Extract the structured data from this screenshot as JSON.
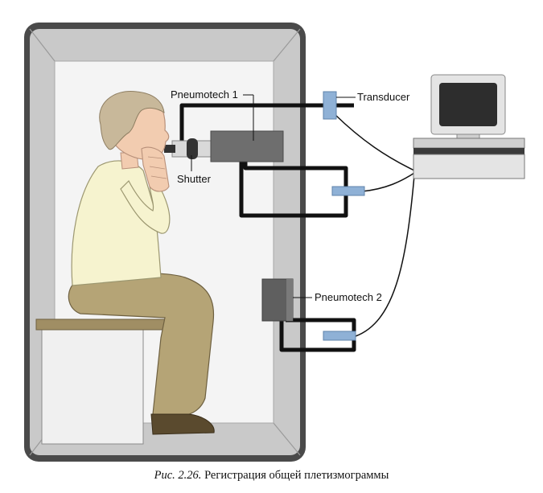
{
  "labels": {
    "pneumotech1": "Pneumotech 1",
    "transducer": "Transducer",
    "shutter": "Shutter",
    "pneumotech2": "Pneumotech 2"
  },
  "caption": {
    "figure_ref": "Рис. 2.26.",
    "text": " Регистрация общей плетизмограммы"
  },
  "colors": {
    "booth_frame": "#4a4a4a",
    "booth_wall": "#c9c9c9",
    "booth_inner": "#f4f4f4",
    "shirt": "#f6f3cf",
    "trousers": "#b5a476",
    "skin": "#f2ccb0",
    "hair": "#c8b89a",
    "transducer": "#8fb1d6",
    "tube": "#111111",
    "device": "#6e6e6e",
    "monitor_screen": "#2d2d2d",
    "computer": "#e4e4e4"
  },
  "icons": [
    "person-figure",
    "bench",
    "mouthpiece",
    "pneumotachograph",
    "pressure-transducer",
    "computer-monitor"
  ]
}
